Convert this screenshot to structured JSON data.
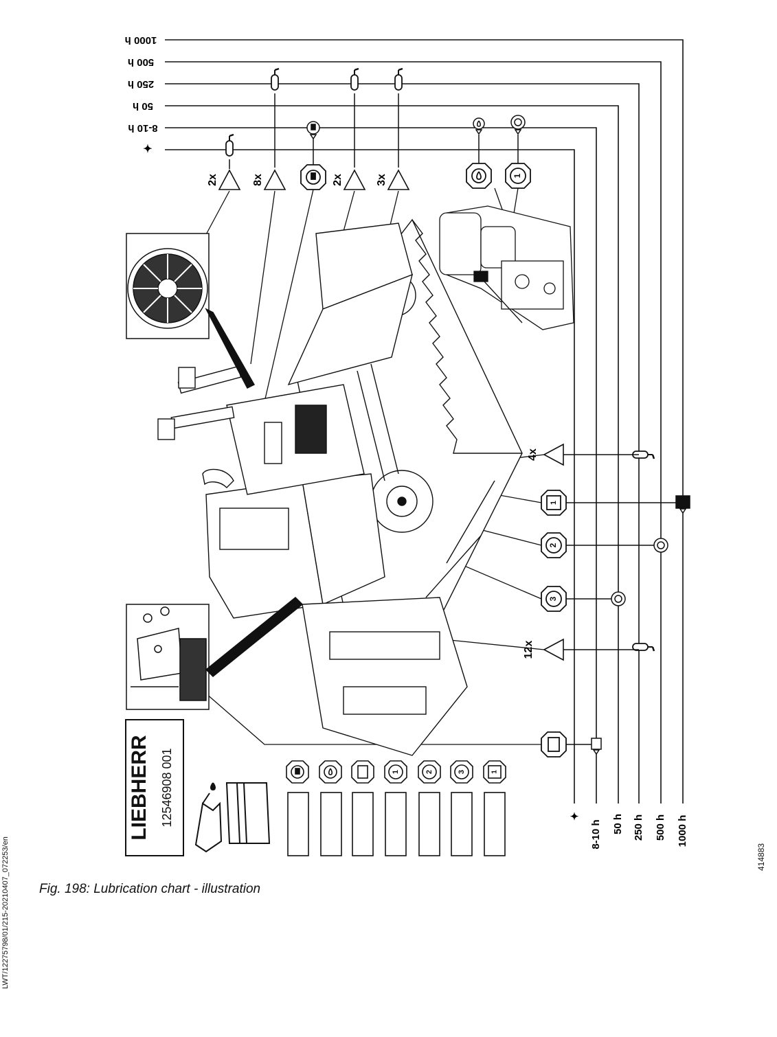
{
  "figure": {
    "caption": "Fig. 198: Lubrication chart - illustration",
    "document_code": "LWT/12275798/01/215-20210407_072253/en",
    "image_number": "414883"
  },
  "plate": {
    "brand": "LIEBHERR",
    "part_number": "12546908 001"
  },
  "intervals": [
    "✦",
    "8-10 h",
    "50 h",
    "250 h",
    "500 h",
    "1000 h"
  ],
  "point_counts": [
    "2x",
    "8x",
    "2x",
    "3x",
    "4x",
    "12x"
  ],
  "symbol_numbers": [
    "1",
    "2",
    "3"
  ],
  "legend_icons": [
    "engine-oil-icon",
    "coolant-icon",
    "fuel-tank-icon",
    "gearbox-1-icon",
    "gearbox-2-icon",
    "gearbox-3-icon",
    "hydraulic-tank-icon"
  ],
  "colors": {
    "line": "#111111",
    "background": "#ffffff"
  }
}
